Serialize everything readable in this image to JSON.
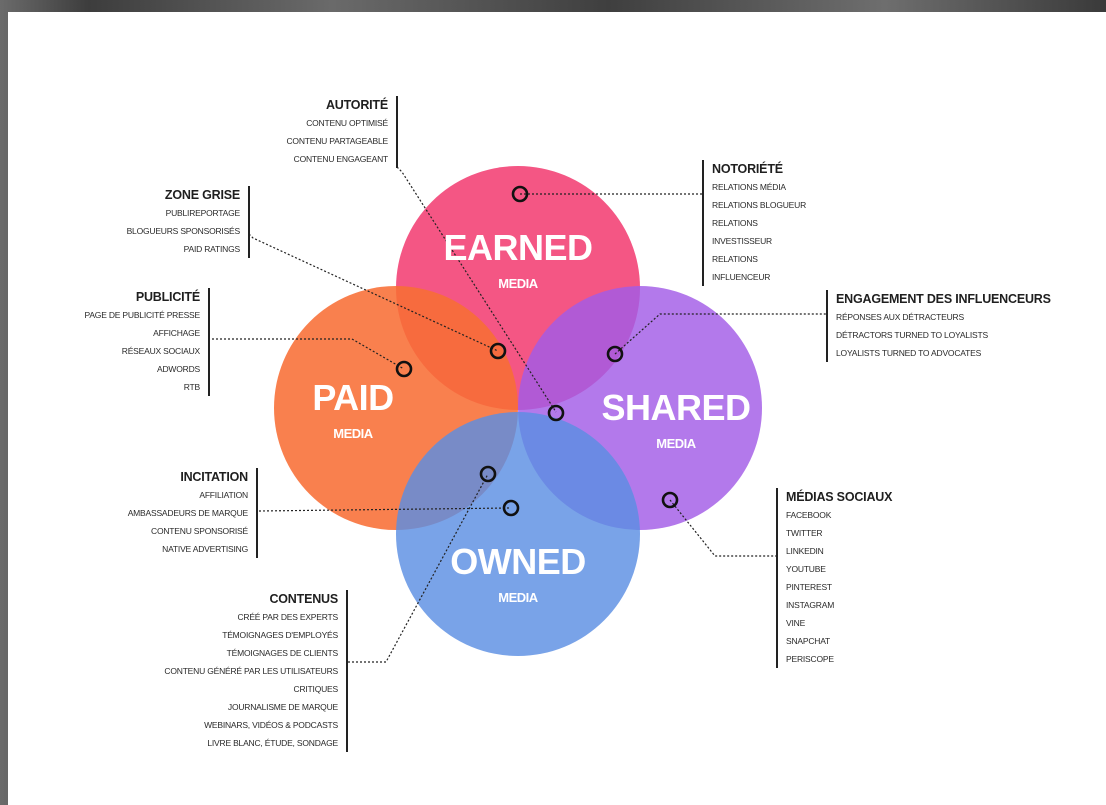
{
  "circles": {
    "earned": {
      "title": "EARNED",
      "sub": "MEDIA",
      "color": "#f2386f"
    },
    "paid": {
      "title": "PAID",
      "sub": "MEDIA",
      "color": "#f86e36"
    },
    "shared": {
      "title": "SHARED",
      "sub": "MEDIA",
      "color": "#a25ce6"
    },
    "owned": {
      "title": "OWNED",
      "sub": "MEDIA",
      "color": "#5b8fe3"
    }
  },
  "groups": {
    "autorite": {
      "title": "AUTORITÉ",
      "items": [
        "CONTENU OPTIMISÉ",
        "CONTENU PARTAGEABLE",
        "CONTENU ENGAGEANT"
      ]
    },
    "zone_grise": {
      "title": "ZONE GRISE",
      "items": [
        "PUBLIREPORTAGE",
        "BLOGUEURS SPONSORISÉS",
        "PAID RATINGS"
      ]
    },
    "publicite": {
      "title": "PUBLICITÉ",
      "items": [
        "PAGE DE PUBLICITÉ PRESSE",
        "AFFICHAGE",
        "RÉSEAUX SOCIAUX",
        "ADWORDS",
        "RTB"
      ]
    },
    "incitation": {
      "title": "INCITATION",
      "items": [
        "AFFILIATION",
        "AMBASSADEURS DE MARQUE",
        "CONTENU SPONSORISÉ",
        "NATIVE ADVERTISING"
      ]
    },
    "contenus": {
      "title": "CONTENUS",
      "items": [
        "CRÉÉ PAR DES EXPERTS",
        "TÉMOIGNAGES D'EMPLOYÉS",
        "TÉMOIGNAGES DE CLIENTS",
        "CONTENU GÉNÉRÉ PAR LES UTILISATEURS",
        "CRITIQUES",
        "JOURNALISME DE MARQUE",
        "WEBINARS, VIDÉOS & PODCASTS",
        "LIVRE BLANC, ÉTUDE, SONDAGE"
      ]
    },
    "notoriete": {
      "title": "NOTORIÉTÉ",
      "items": [
        "RELATIONS MÉDIA",
        "RELATIONS BLOGUEUR",
        "RELATIONS",
        "INVESTISSEUR",
        "RELATIONS",
        "INFLUENCEUR"
      ]
    },
    "engagement": {
      "title": "ENGAGEMENT DES INFLUENCEURS",
      "items": [
        "RÉPONSES AUX DÉTRACTEURS",
        "DÉTRACTORS TURNED TO LOYALISTS",
        "LOYALISTS TURNED TO ADVOCATES"
      ]
    },
    "medias_sociaux": {
      "title": "MÉDIAS SOCIAUX",
      "items": [
        "FACEBOOK",
        "TWITTER",
        "LINKEDIN",
        "YOUTUBE",
        "PINTEREST",
        "INSTAGRAM",
        "VINE",
        "SNAPCHAT",
        "PERISCOPE"
      ]
    }
  }
}
